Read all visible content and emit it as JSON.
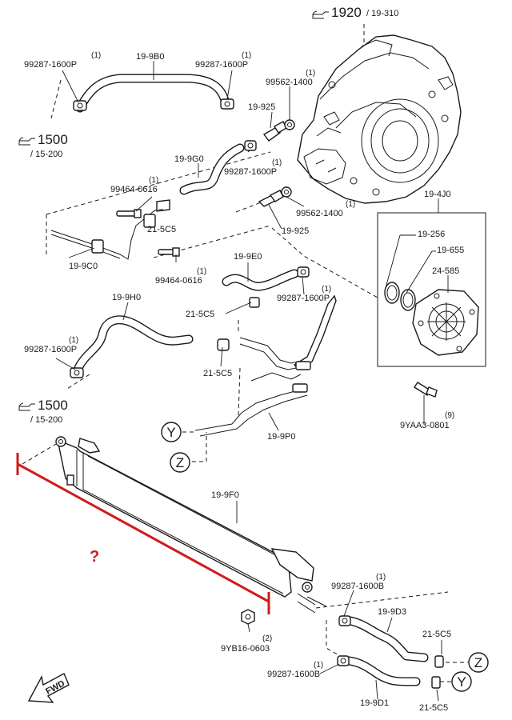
{
  "references": {
    "top_ref": {
      "code": "1920",
      "page": "/ 19-310"
    },
    "left_ref_upper": {
      "code": "1500",
      "page": "/ 15-200"
    },
    "left_ref_lower": {
      "code": "1500",
      "page": "/ 15-200"
    }
  },
  "parts": {
    "p_199b0": "19-9B0",
    "p_992871600p_a": "99287-1600P",
    "p_992871600p_a_qty": "(1)",
    "p_992871600p_b": "99287-1600P",
    "p_992871600p_b_qty": "(1)",
    "p_995621400_top": "99562-1400",
    "p_995621400_top_qty": "(1)",
    "p_19925_top": "19-925",
    "p_199g0": "19-9G0",
    "p_992871600p_c": "99287-1600P",
    "p_992871600p_c_qty": "(1)",
    "p_994640616_a": "99464-0616",
    "p_994640616_a_qty": "(1)",
    "p_215c5_a": "21-5C5",
    "p_199c0": "19-9C0",
    "p_994640616_b": "99464-0616",
    "p_994640616_b_qty": "(1)",
    "p_995621400_bot": "99562-1400",
    "p_995621400_bot_qty": "(1)",
    "p_19925_bot": "19-925",
    "p_194j0": "19-4J0",
    "p_19256": "19-256",
    "p_19655": "19-655",
    "p_24585": "24-585",
    "p_199e0": "19-9E0",
    "p_992871600p_d": "99287-1600P",
    "p_992871600p_d_qty": "(1)",
    "p_215c5_b": "21-5C5",
    "p_199h0": "19-9H0",
    "p_992871600p_e": "99287-1600P",
    "p_992871600p_e_qty": "(1)",
    "p_215c5_c": "21-5C5",
    "p_9yaa30801": "9YAA3-0801",
    "p_9yaa30801_qty": "(9)",
    "p_199p0": "19-9P0",
    "p_199f0": "19-9F0",
    "p_992871600b_a": "99287-1600B",
    "p_992871600b_a_qty": "(1)",
    "p_199d3": "19-9D3",
    "p_215c5_d": "21-5C5",
    "p_9yb160603": "9YB16-0603",
    "p_9yb160603_qty": "(2)",
    "p_992871600b_b": "99287-1600B",
    "p_992871600b_b_qty": "(1)",
    "p_199d1": "19-9D1",
    "p_215c5_e": "21-5C5"
  },
  "connectors": {
    "y_top": "Y",
    "z_top": "Z",
    "z_bot": "Z",
    "y_bot": "Y"
  },
  "annotation": {
    "question_mark": "?",
    "color": "#d01c1c"
  },
  "fwd": "FWD",
  "colors": {
    "ink": "#1a1a1a",
    "paper": "#ffffff",
    "highlight": "#d01c1c"
  }
}
